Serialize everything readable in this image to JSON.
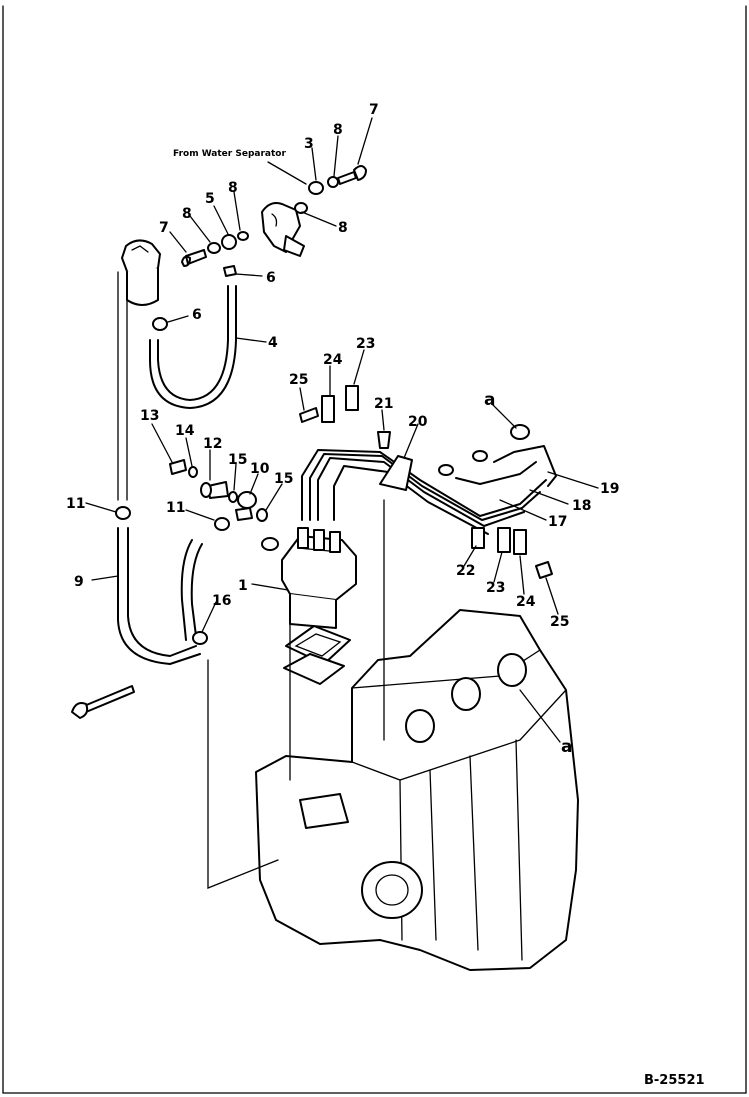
{
  "annotation": "From Water Separator",
  "figure_number": "B-25521",
  "labels": {
    "p1": "1",
    "p3": "3",
    "p4": "4",
    "p5": "5",
    "p6a": "6",
    "p6b": "6",
    "p7a": "7",
    "p7b": "7",
    "p8a": "8",
    "p8b": "8",
    "p8c": "8",
    "p8d": "8",
    "p9": "9",
    "p10": "10",
    "p11a": "11",
    "p11b": "11",
    "p12": "12",
    "p13": "13",
    "p14": "14",
    "p15a": "15",
    "p15b": "15",
    "p16": "16",
    "p17": "17",
    "p18": "18",
    "p19": "19",
    "p20": "20",
    "p21": "21",
    "p22": "22",
    "p23a": "23",
    "p23b": "23",
    "p24a": "24",
    "p24b": "24",
    "p25a": "25",
    "p25b": "25",
    "pa1": "a",
    "pa2": "a"
  }
}
